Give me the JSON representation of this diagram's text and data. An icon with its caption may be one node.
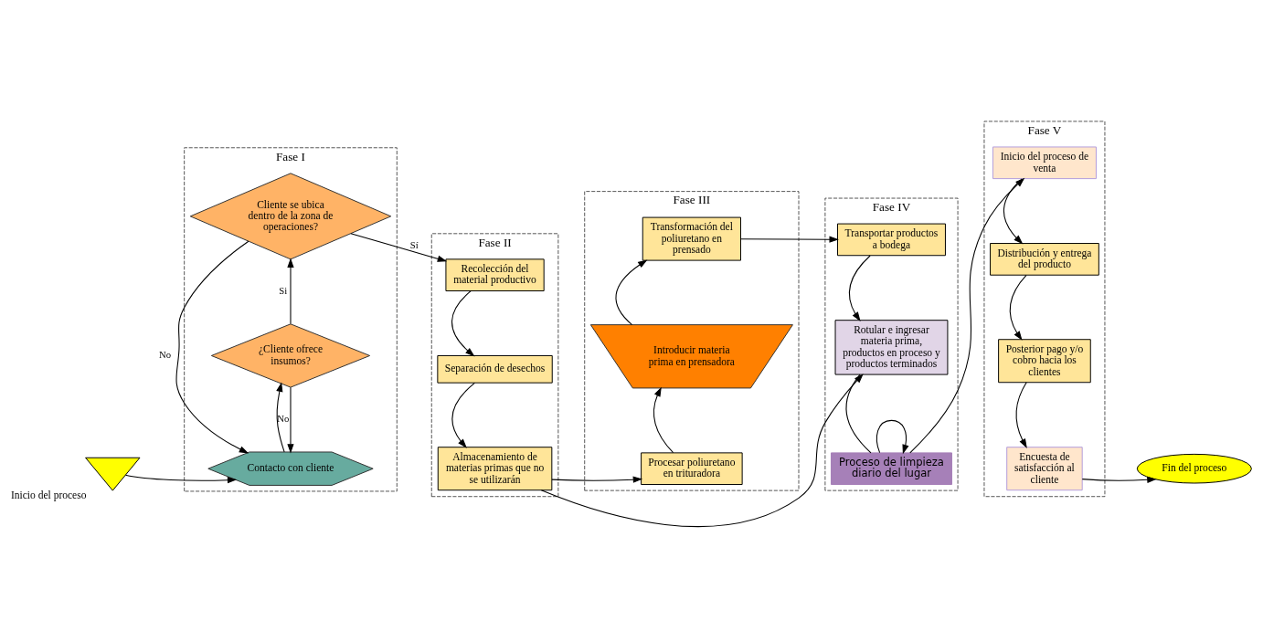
{
  "diagram": {
    "nodes": [
      {
        "text": [
          "Fase I"
        ]
      },
      {
        "text": [
          "Fase II"
        ]
      },
      {
        "text": [
          "Fase III"
        ]
      },
      {
        "text": [
          "Fase IV"
        ]
      },
      {
        "text": [
          "Fase V"
        ]
      },
      {
        "text": [],
        "shape": "triangle",
        "beside": [
          "Inicio del proceso"
        ]
      },
      {
        "text": [
          "Contacto con cliente"
        ],
        "in": 0
      },
      {
        "text": [
          "¿Cliente ofrece insumos?"
        ],
        "in": 0
      },
      {
        "text": [
          "Cliente se ubica dentro de la zona de operaciones?"
        ],
        "in": 0
      },
      {
        "text": [
          "Almacenamiento de materias primas que no se utilizarán"
        ],
        "in": 1
      },
      {
        "text": [
          "Separación de desechos"
        ],
        "in": 1
      },
      {
        "text": [
          "Recolección del material productivo"
        ],
        "in": 1
      },
      {
        "text": [
          "Procesar poliuretano en trituradora"
        ],
        "in": 2
      },
      {
        "text": [
          "Introducir materia prima en prensadora"
        ],
        "in": 2
      },
      {
        "text": [
          "Transformación del poliuretano en prensado"
        ],
        "in": 2
      },
      {
        "text": [
          "Proceso de limpieza diario del lugar"
        ],
        "in": 3
      },
      {
        "text": [
          "Rotular e ingresar materia prima, productos en proceso y productos terminados"
        ],
        "in": 3
      },
      {
        "text": [
          "Transportar productos a bodega"
        ],
        "in": 3
      },
      {
        "text": [
          "Encuesta de satisfacción al cliente"
        ],
        "in": 4
      },
      {
        "text": [
          "Posterior pago y/o cobro hacia los clientes"
        ],
        "in": 4
      },
      {
        "text": [
          "Distribución y entrega del producto"
        ],
        "in": 4
      },
      {
        "text": [
          "Inicio del proceso de venta"
        ],
        "in": 4
      },
      {
        "text": [
          "Fin del proceso"
        ]
      }
    ],
    "edges": [
      {
        "from": 5,
        "to": 6,
        "arrow": "to"
      },
      {
        "from": 6,
        "to": 7,
        "arrow": "to"
      },
      {
        "from": 7,
        "to": 6,
        "arrow": "to",
        "label": "No"
      },
      {
        "from": 7,
        "to": 8,
        "arrow": "to",
        "label": "Si"
      },
      {
        "from": 8,
        "to": 6,
        "arrow": "to",
        "label": "No"
      },
      {
        "from": 8,
        "to": 11,
        "arrow": "to",
        "label": "Sí"
      },
      {
        "from": 11,
        "to": 10,
        "arrow": "to"
      },
      {
        "from": 10,
        "to": 9,
        "arrow": "to"
      },
      {
        "from": 9,
        "to": 12,
        "arrow": "to"
      },
      {
        "from": 9,
        "to": 16,
        "arrow": "to"
      },
      {
        "from": 12,
        "to": 13,
        "arrow": "to"
      },
      {
        "from": 13,
        "to": 14,
        "arrow": "to"
      },
      {
        "from": 14,
        "to": 17,
        "arrow": "to"
      },
      {
        "from": 17,
        "to": 16,
        "arrow": "to"
      },
      {
        "from": 16,
        "to": 15,
        "arrow": "none"
      },
      {
        "from": 15,
        "to": 15,
        "arrow": "to"
      },
      {
        "from": 15,
        "to": 21,
        "arrow": "to"
      },
      {
        "from": 21,
        "to": 20,
        "arrow": "to"
      },
      {
        "from": 20,
        "to": 19,
        "arrow": "to"
      },
      {
        "from": 19,
        "to": 18,
        "arrow": "to"
      },
      {
        "from": 18,
        "to": 22,
        "arrow": "to"
      }
    ]
  }
}
